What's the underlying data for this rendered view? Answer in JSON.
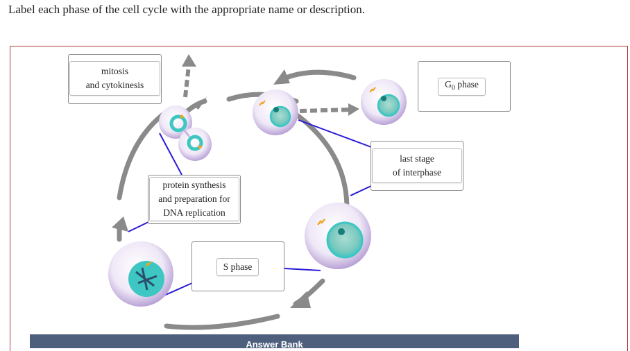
{
  "question": "Label each phase of the cell cycle with the appropriate name or description.",
  "labels": {
    "mitosis": [
      "mitosis",
      "and cytokinesis"
    ],
    "g0_prefix": "G",
    "g0_sub": "0",
    "g0_suffix": " phase",
    "last_stage": [
      "last stage",
      "of interphase"
    ],
    "protein": [
      "protein synthesis",
      "and preparation for",
      "DNA replication"
    ],
    "s_phase": "S phase"
  },
  "answer_bank": {
    "title": "Answer Bank"
  },
  "colors": {
    "panel_border": "#b03a3a",
    "arrow": "#8a8a8a",
    "leader_line": "#2b1bd6",
    "bank_bg": "#4d5f7d",
    "nucleus": "#3ec6c2"
  }
}
